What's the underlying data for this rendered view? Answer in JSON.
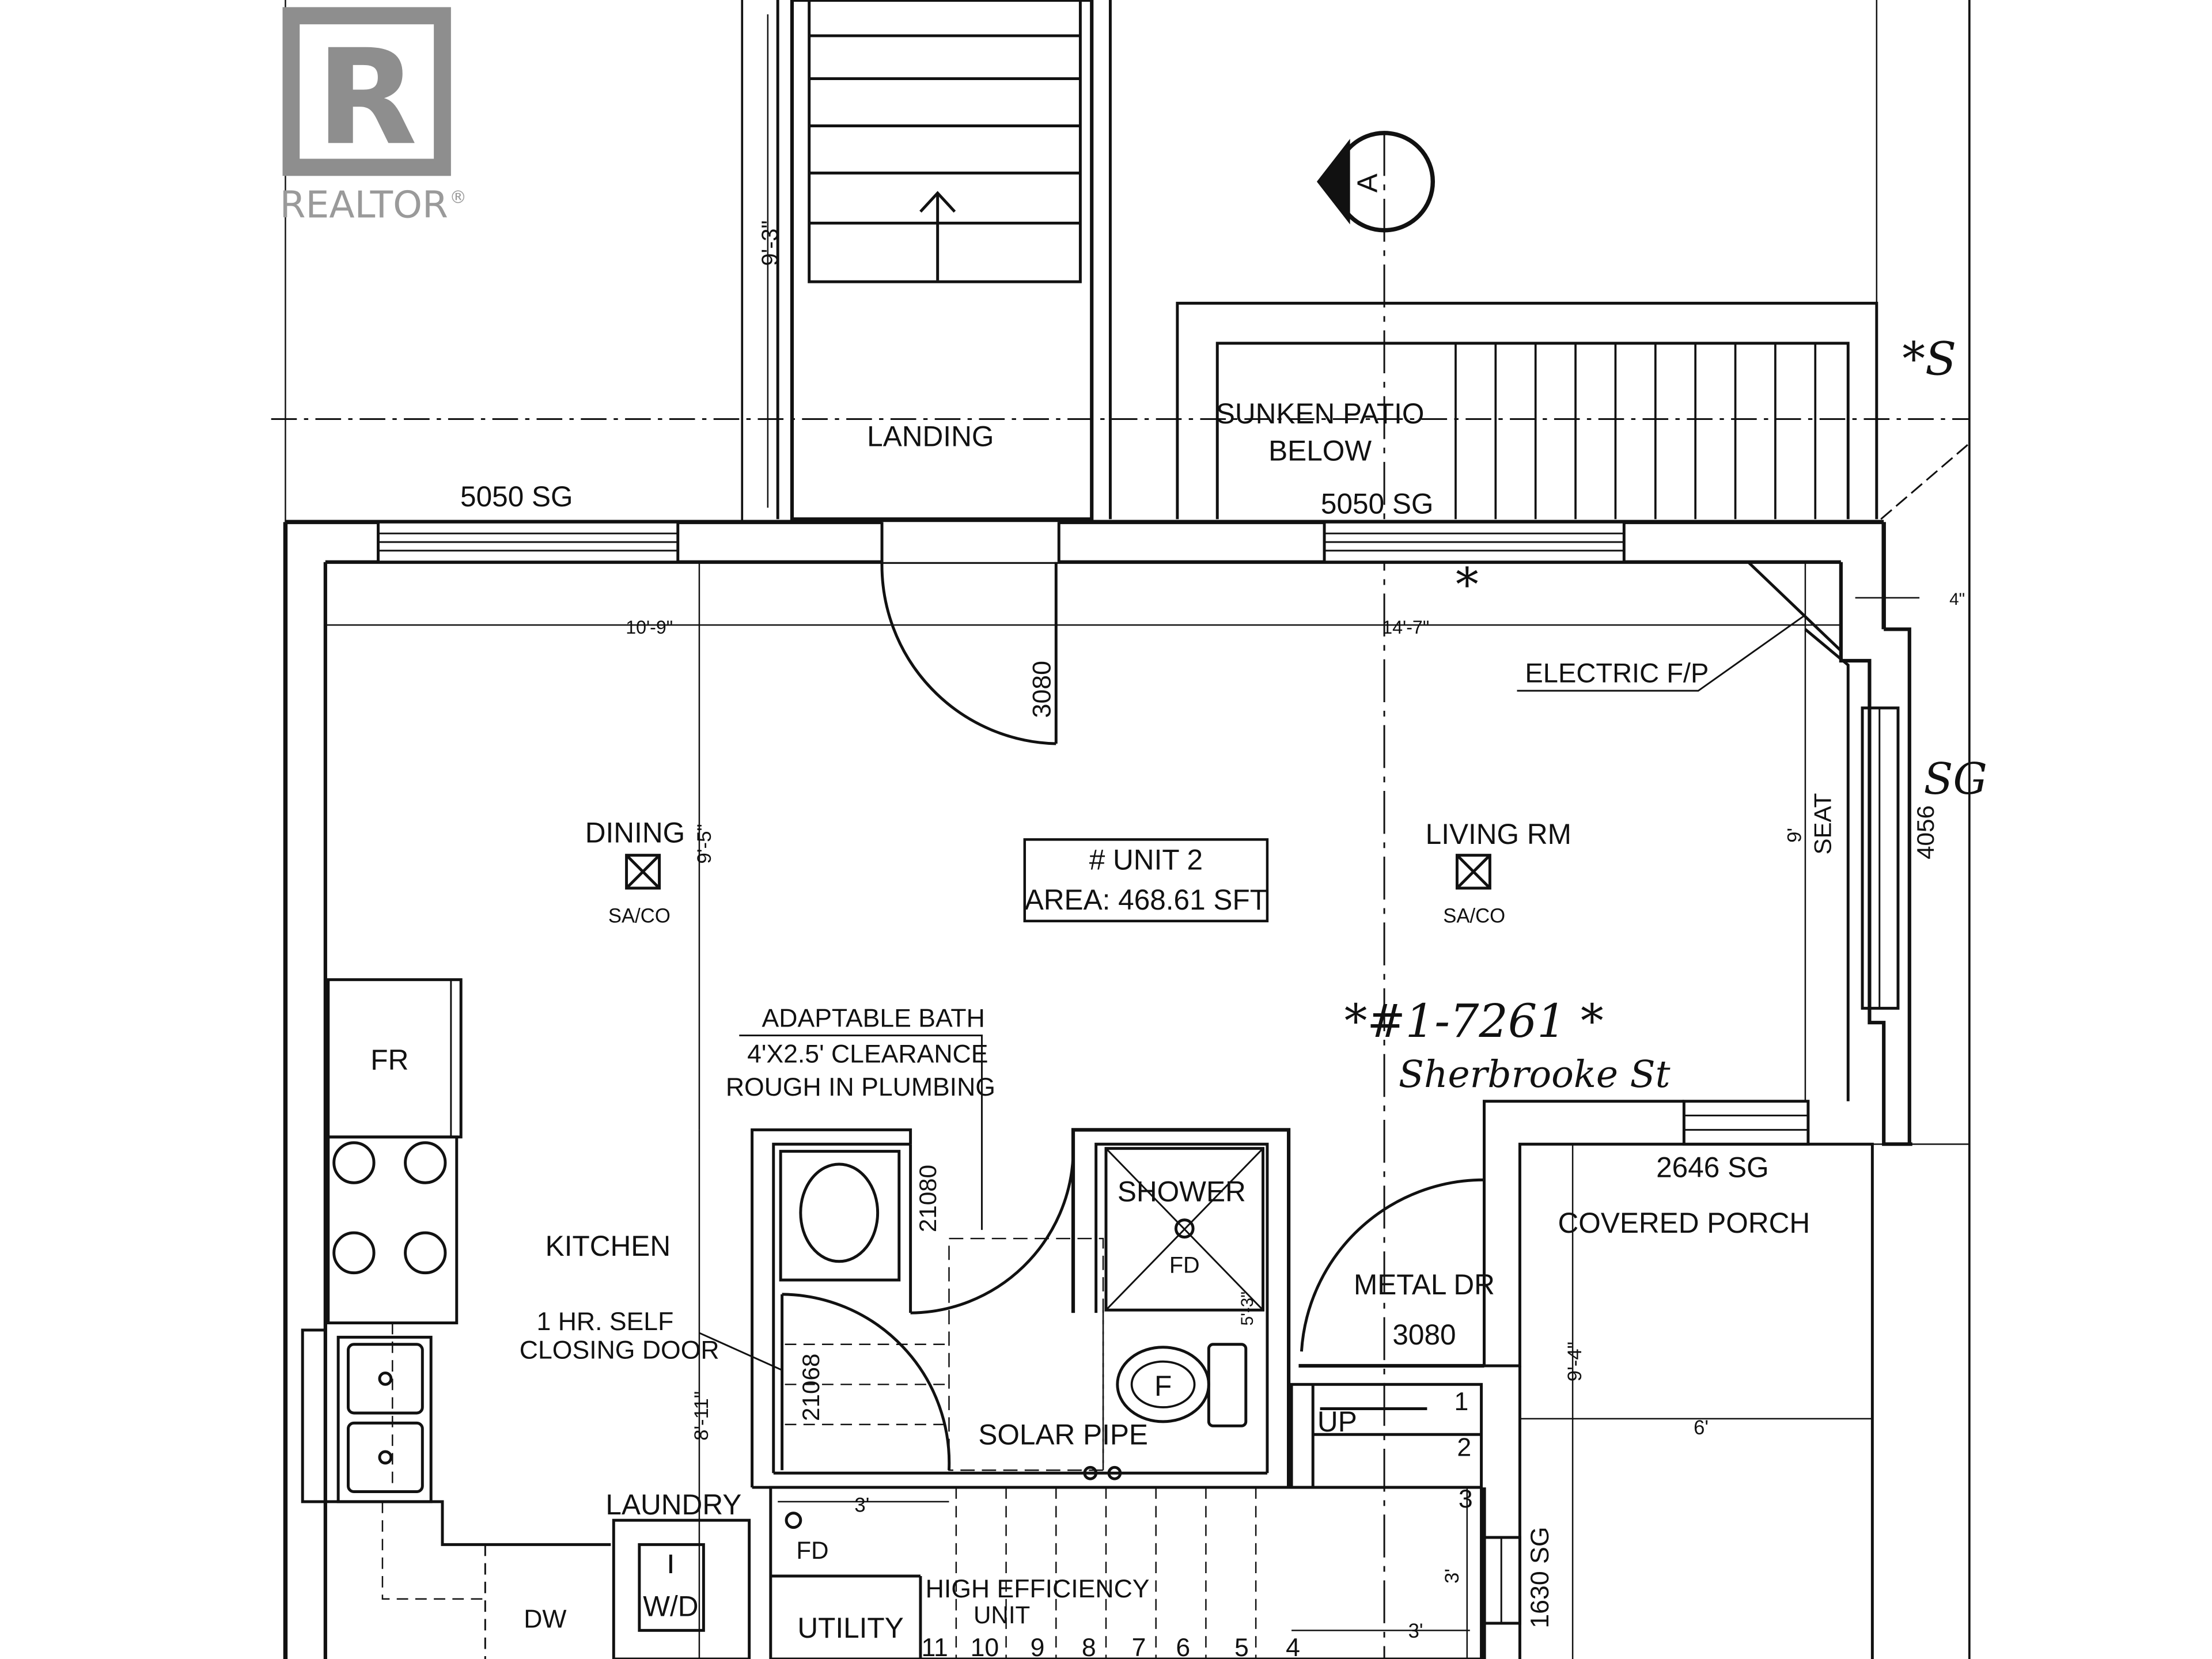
{
  "watermark": {
    "logo_letter": "R",
    "text": "REALTOR",
    "reg": "®"
  },
  "section_marker": {
    "letter": "A"
  },
  "labels": {
    "landing": "LANDING",
    "sunken_patio": "SUNKEN PATIO",
    "below": "BELOW",
    "window_5050_left": "5050 SG",
    "window_5050_right": "5050 SG",
    "dim_10_9": "10'-9\"",
    "dim_14_7": "14'-7\"",
    "dim_9_3": "9'-3\"",
    "dim_9_5": "9'-5\"",
    "dim_4": "4\"",
    "door_3080_top": "3080",
    "electric_fp": "ELECTRIC F/P",
    "dining": "DINING",
    "sa_co_dining": "SA/CO",
    "unit_line1": "# UNIT 2",
    "unit_line2": "AREA: 468.61 SFT",
    "living_rm": "LIVING RM",
    "sa_co_living": "SA/CO",
    "dim_9": "9'",
    "seat": "SEAT",
    "window_4056": "4056",
    "sg_right": "SG",
    "adaptable_bath": "ADAPTABLE BATH",
    "clearance": "4'X2.5' CLEARANCE",
    "rough_plumbing": "ROUGH IN PLUMBING",
    "fr": "FR",
    "kitchen": "KITCHEN",
    "self_closing1": "1 HR. SELF",
    "self_closing2": "CLOSING DOOR",
    "door_21080": "21080",
    "door_21068": "21068",
    "dim_8_11": "8'-11\"",
    "shower": "SHOWER",
    "fd_shower": "FD",
    "toilet_symbol": "F",
    "dim_5_3": "5'-3\"",
    "solar_pipe": "SOLAR PIPE",
    "metal_dr": "METAL DR",
    "door_3080_metal": "3080",
    "up": "UP",
    "window_2646": "2646 SG",
    "covered_porch": "COVERED PORCH",
    "dim_9_4": "9'-4\"",
    "dim_6": "6'",
    "window_1630": "1630 SG",
    "laundry": "LAUNDRY",
    "fd_laundry": "FD",
    "wd": "W/D",
    "dw": "DW",
    "utility": "UTILITY",
    "high_efficiency": "HIGH EFFICIENCY",
    "unit_word": "UNIT",
    "dim_3_left": "3'",
    "dim_3_vert": "3'",
    "dim_3_bottom": "3'",
    "handwritten1": "*#1-7261 *",
    "handwritten2": "Sherbrooke St",
    "asterisk": "*",
    "top_right_note": "*S"
  },
  "stair_numbers": [
    "1",
    "2",
    "3",
    "4",
    "5",
    "6",
    "7",
    "8",
    "9",
    "10",
    "11"
  ]
}
